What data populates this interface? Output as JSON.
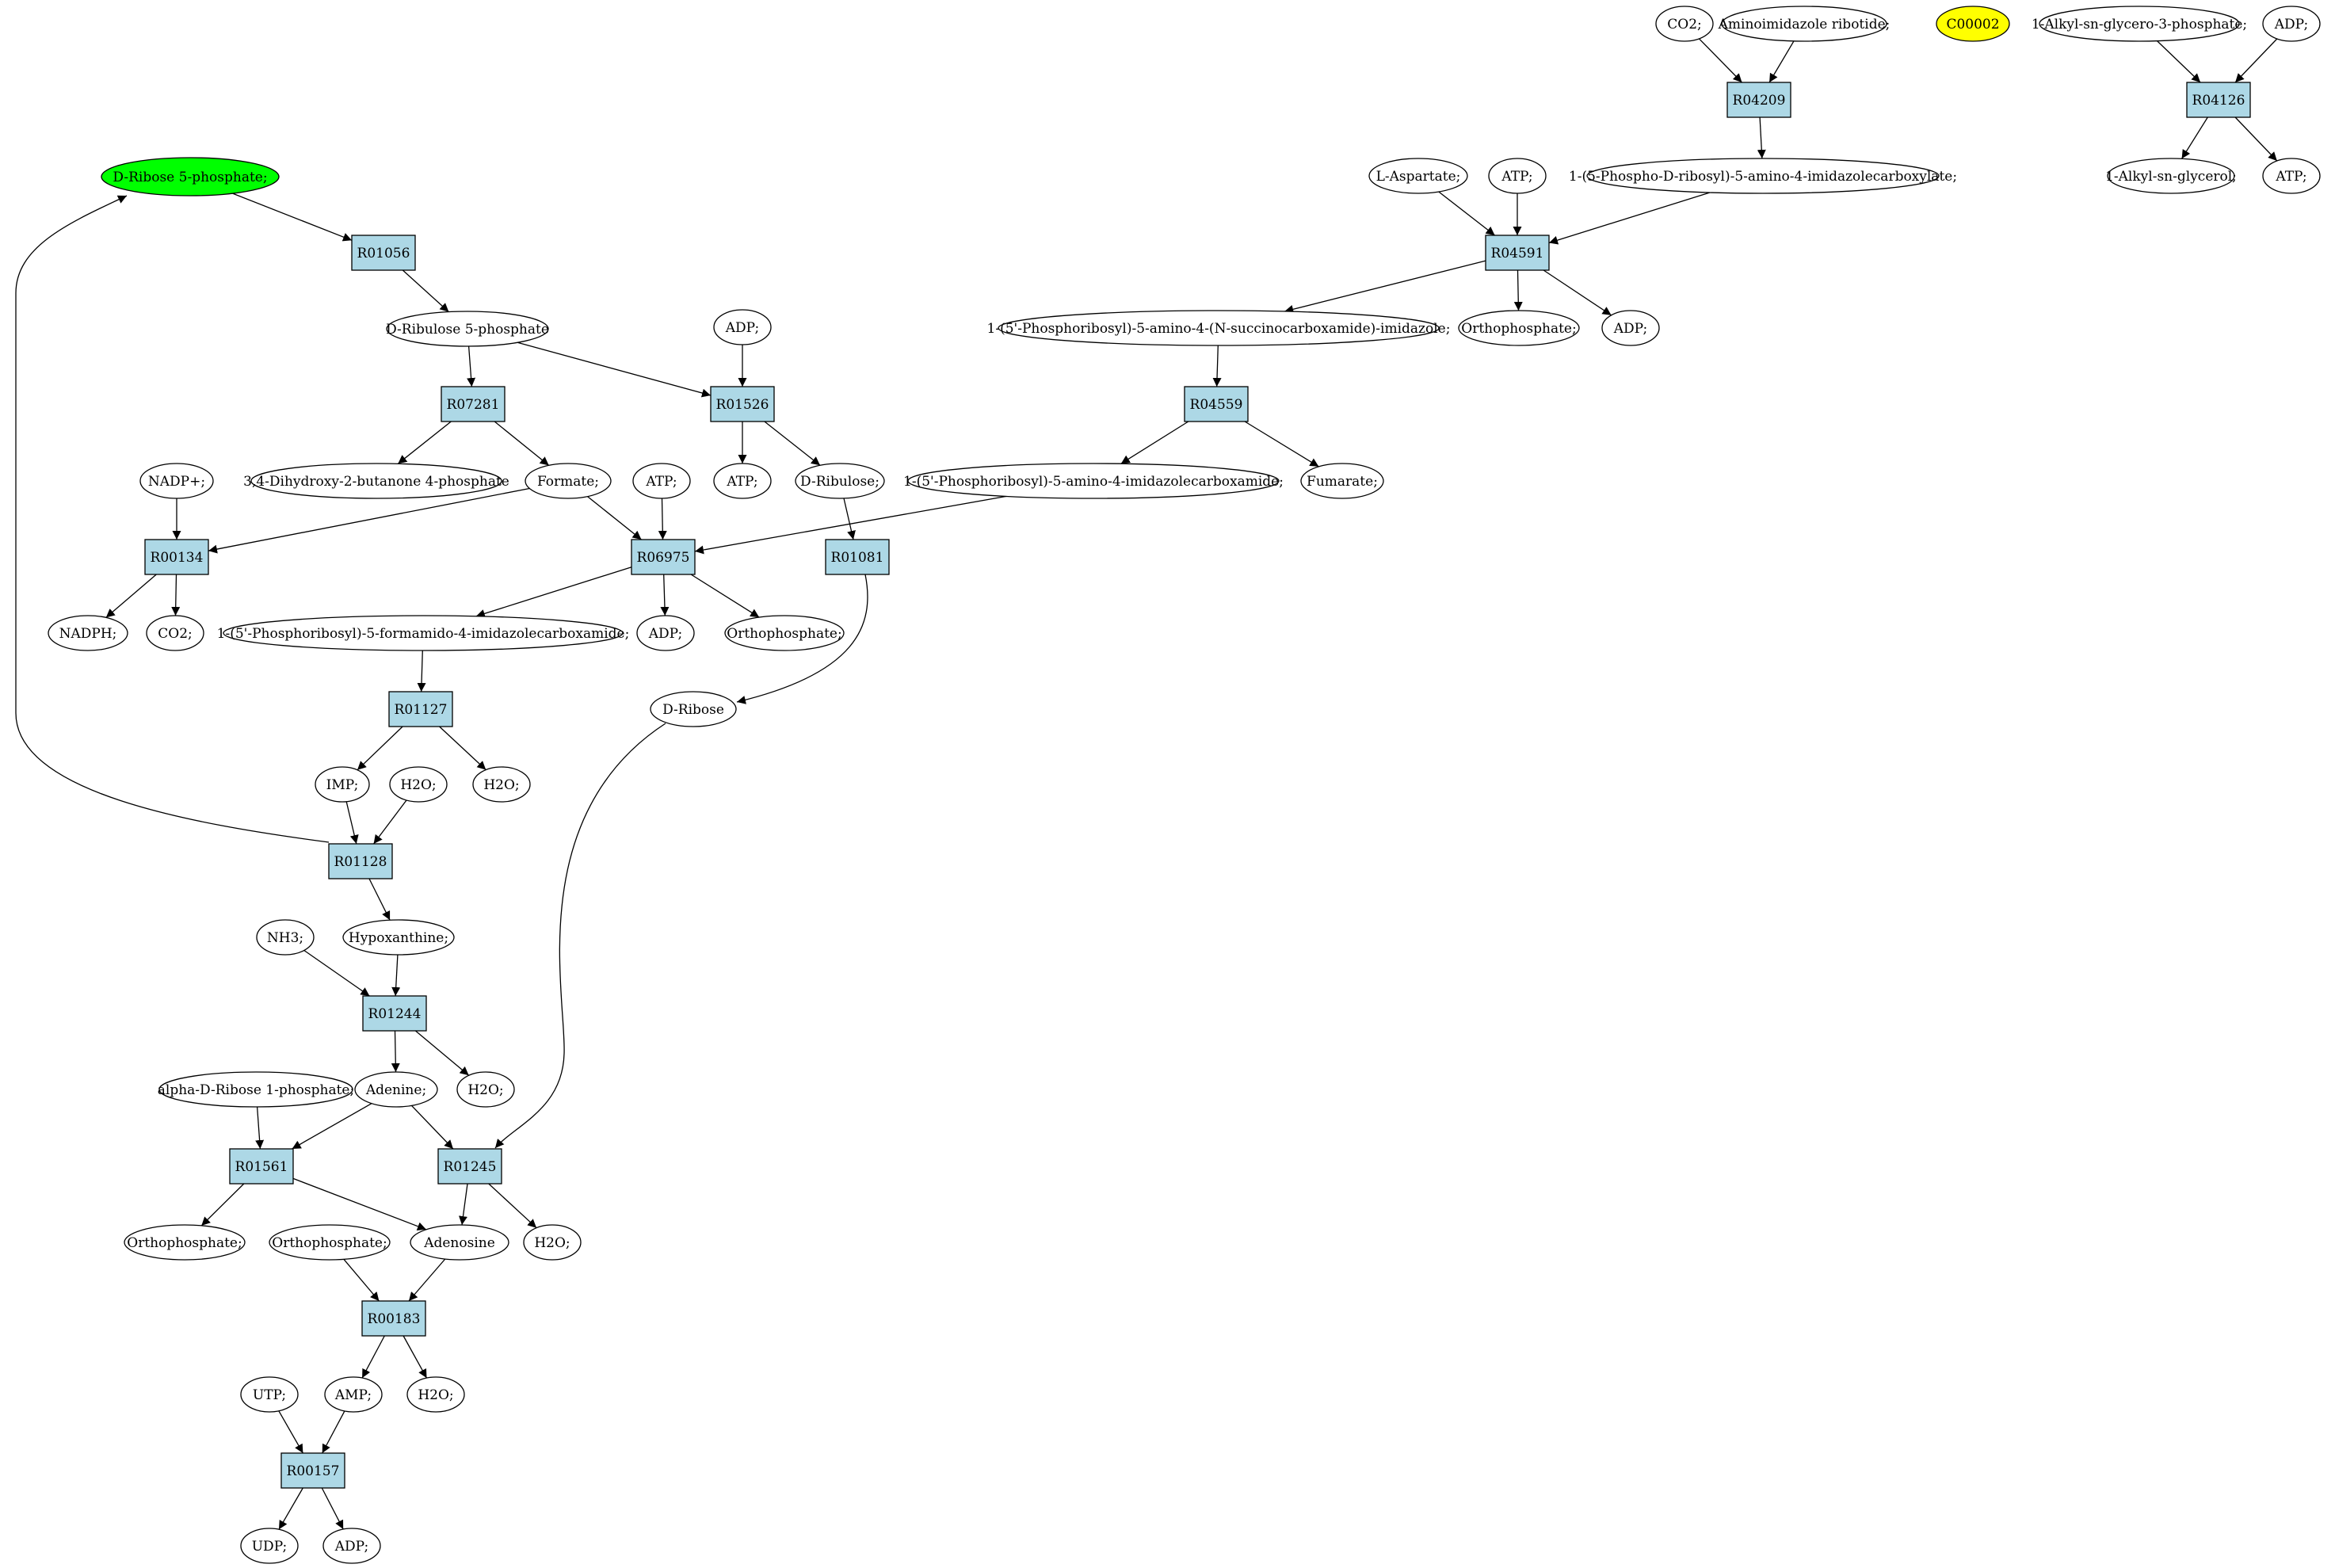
{
  "nodes": [
    {
      "id": "c_dr5p",
      "label": "D-Ribose 5-phosphate;",
      "shape": "ellipse",
      "fill": "#00ff00"
    },
    {
      "id": "r01056",
      "label": "R01056",
      "shape": "box",
      "fill": "#add8e6"
    },
    {
      "id": "c_dru5p",
      "label": "D-Ribulose 5-phosphate",
      "shape": "ellipse",
      "fill": "#ffffff"
    },
    {
      "id": "c_adp1",
      "label": "ADP;",
      "shape": "ellipse",
      "fill": "#ffffff"
    },
    {
      "id": "r07281",
      "label": "R07281",
      "shape": "box",
      "fill": "#add8e6"
    },
    {
      "id": "r01526",
      "label": "R01526",
      "shape": "box",
      "fill": "#add8e6"
    },
    {
      "id": "c_nadp",
      "label": "NADP+;",
      "shape": "ellipse",
      "fill": "#ffffff"
    },
    {
      "id": "c_dhbp",
      "label": "3,4-Dihydroxy-2-butanone 4-phosphate",
      "shape": "ellipse",
      "fill": "#ffffff"
    },
    {
      "id": "c_formate",
      "label": "Formate;",
      "shape": "ellipse",
      "fill": "#ffffff"
    },
    {
      "id": "c_atp1",
      "label": "ATP;",
      "shape": "ellipse",
      "fill": "#ffffff"
    },
    {
      "id": "c_atp2",
      "label": "ATP;",
      "shape": "ellipse",
      "fill": "#ffffff"
    },
    {
      "id": "c_dribulose",
      "label": "D-Ribulose;",
      "shape": "ellipse",
      "fill": "#ffffff"
    },
    {
      "id": "r00134",
      "label": "R00134",
      "shape": "box",
      "fill": "#add8e6"
    },
    {
      "id": "r06975",
      "label": "R06975",
      "shape": "box",
      "fill": "#add8e6"
    },
    {
      "id": "r01081",
      "label": "R01081",
      "shape": "box",
      "fill": "#add8e6"
    },
    {
      "id": "c_nadph",
      "label": "NADPH;",
      "shape": "ellipse",
      "fill": "#ffffff"
    },
    {
      "id": "c_co2a",
      "label": "CO2;",
      "shape": "ellipse",
      "fill": "#ffffff"
    },
    {
      "id": "c_fprac",
      "label": "1-(5'-Phosphoribosyl)-5-formamido-4-imidazolecarboxamide;",
      "shape": "ellipse",
      "fill": "#ffffff"
    },
    {
      "id": "c_adp2",
      "label": "ADP;",
      "shape": "ellipse",
      "fill": "#ffffff"
    },
    {
      "id": "c_orth1",
      "label": "Orthophosphate;",
      "shape": "ellipse",
      "fill": "#ffffff"
    },
    {
      "id": "c_dribose",
      "label": "D-Ribose",
      "shape": "ellipse",
      "fill": "#ffffff"
    },
    {
      "id": "r01127",
      "label": "R01127",
      "shape": "box",
      "fill": "#add8e6"
    },
    {
      "id": "c_imp",
      "label": "IMP;",
      "shape": "ellipse",
      "fill": "#ffffff"
    },
    {
      "id": "c_h2o1",
      "label": "H2O;",
      "shape": "ellipse",
      "fill": "#ffffff"
    },
    {
      "id": "c_h2o2",
      "label": "H2O;",
      "shape": "ellipse",
      "fill": "#ffffff"
    },
    {
      "id": "r01128",
      "label": "R01128",
      "shape": "box",
      "fill": "#add8e6"
    },
    {
      "id": "c_nh3",
      "label": "NH3;",
      "shape": "ellipse",
      "fill": "#ffffff"
    },
    {
      "id": "c_hypox",
      "label": "Hypoxanthine;",
      "shape": "ellipse",
      "fill": "#ffffff"
    },
    {
      "id": "r01244",
      "label": "R01244",
      "shape": "box",
      "fill": "#add8e6"
    },
    {
      "id": "c_ar1p",
      "label": "alpha-D-Ribose 1-phosphate;",
      "shape": "ellipse",
      "fill": "#ffffff"
    },
    {
      "id": "c_adenine",
      "label": "Adenine;",
      "shape": "ellipse",
      "fill": "#ffffff"
    },
    {
      "id": "c_h2o3",
      "label": "H2O;",
      "shape": "ellipse",
      "fill": "#ffffff"
    },
    {
      "id": "r01561",
      "label": "R01561",
      "shape": "box",
      "fill": "#add8e6"
    },
    {
      "id": "r01245",
      "label": "R01245",
      "shape": "box",
      "fill": "#add8e6"
    },
    {
      "id": "c_orth2",
      "label": "Orthophosphate;",
      "shape": "ellipse",
      "fill": "#ffffff"
    },
    {
      "id": "c_orth3",
      "label": "Orthophosphate;",
      "shape": "ellipse",
      "fill": "#ffffff"
    },
    {
      "id": "c_adenosine",
      "label": "Adenosine",
      "shape": "ellipse",
      "fill": "#ffffff"
    },
    {
      "id": "c_h2o4",
      "label": "H2O;",
      "shape": "ellipse",
      "fill": "#ffffff"
    },
    {
      "id": "r00183",
      "label": "R00183",
      "shape": "box",
      "fill": "#add8e6"
    },
    {
      "id": "c_utp",
      "label": "UTP;",
      "shape": "ellipse",
      "fill": "#ffffff"
    },
    {
      "id": "c_amp",
      "label": "AMP;",
      "shape": "ellipse",
      "fill": "#ffffff"
    },
    {
      "id": "c_h2o5",
      "label": "H2O;",
      "shape": "ellipse",
      "fill": "#ffffff"
    },
    {
      "id": "r00157",
      "label": "R00157",
      "shape": "box",
      "fill": "#add8e6"
    },
    {
      "id": "c_udp",
      "label": "UDP;",
      "shape": "ellipse",
      "fill": "#ffffff"
    },
    {
      "id": "c_adp3",
      "label": "ADP;",
      "shape": "ellipse",
      "fill": "#ffffff"
    },
    {
      "id": "c_co2b",
      "label": "CO2;",
      "shape": "ellipse",
      "fill": "#ffffff"
    },
    {
      "id": "c_air",
      "label": "Aminoimidazole ribotide;",
      "shape": "ellipse",
      "fill": "#ffffff"
    },
    {
      "id": "c_c00002",
      "label": "C00002",
      "shape": "ellipse",
      "fill": "#ffff00"
    },
    {
      "id": "c_alkg3p",
      "label": "1-Alkyl-sn-glycero-3-phosphate;",
      "shape": "ellipse",
      "fill": "#ffffff"
    },
    {
      "id": "c_adp4",
      "label": "ADP;",
      "shape": "ellipse",
      "fill": "#ffffff"
    },
    {
      "id": "r04209",
      "label": "R04209",
      "shape": "box",
      "fill": "#add8e6"
    },
    {
      "id": "r04126",
      "label": "R04126",
      "shape": "box",
      "fill": "#add8e6"
    },
    {
      "id": "c_laspartate",
      "label": "L-Aspartate;",
      "shape": "ellipse",
      "fill": "#ffffff"
    },
    {
      "id": "c_atp3",
      "label": "ATP;",
      "shape": "ellipse",
      "fill": "#ffffff"
    },
    {
      "id": "c_cair",
      "label": "1-(5-Phospho-D-ribosyl)-5-amino-4-imidazolecarboxylate;",
      "shape": "ellipse",
      "fill": "#ffffff"
    },
    {
      "id": "c_alkg",
      "label": "1-Alkyl-sn-glycerol;",
      "shape": "ellipse",
      "fill": "#ffffff"
    },
    {
      "id": "c_atp4",
      "label": "ATP;",
      "shape": "ellipse",
      "fill": "#ffffff"
    },
    {
      "id": "r04591",
      "label": "R04591",
      "shape": "box",
      "fill": "#add8e6"
    },
    {
      "id": "c_saicar",
      "label": "1-(5'-Phosphoribosyl)-5-amino-4-(N-succinocarboxamide)-imidazole;",
      "shape": "ellipse",
      "fill": "#ffffff"
    },
    {
      "id": "c_orth4",
      "label": "Orthophosphate;",
      "shape": "ellipse",
      "fill": "#ffffff"
    },
    {
      "id": "c_adp5",
      "label": "ADP;",
      "shape": "ellipse",
      "fill": "#ffffff"
    },
    {
      "id": "r04559",
      "label": "R04559",
      "shape": "box",
      "fill": "#add8e6"
    },
    {
      "id": "c_aicar",
      "label": "1-(5'-Phosphoribosyl)-5-amino-4-imidazolecarboxamide;",
      "shape": "ellipse",
      "fill": "#ffffff"
    },
    {
      "id": "c_fumarate",
      "label": "Fumarate;",
      "shape": "ellipse",
      "fill": "#ffffff"
    }
  ],
  "edges": [
    {
      "from": "c_dr5p",
      "to": "r01056"
    },
    {
      "from": "r01056",
      "to": "c_dru5p"
    },
    {
      "from": "c_dru5p",
      "to": "r07281"
    },
    {
      "from": "c_dru5p",
      "to": "r01526"
    },
    {
      "from": "c_adp1",
      "to": "r01526"
    },
    {
      "from": "r07281",
      "to": "c_dhbp"
    },
    {
      "from": "r07281",
      "to": "c_formate"
    },
    {
      "from": "r01526",
      "to": "c_atp2"
    },
    {
      "from": "r01526",
      "to": "c_dribulose"
    },
    {
      "from": "c_nadp",
      "to": "r00134"
    },
    {
      "from": "c_formate",
      "to": "r00134"
    },
    {
      "from": "c_formate",
      "to": "r06975"
    },
    {
      "from": "c_atp1",
      "to": "r06975"
    },
    {
      "from": "c_aicar",
      "to": "r06975"
    },
    {
      "from": "c_dribulose",
      "to": "r01081"
    },
    {
      "from": "r00134",
      "to": "c_nadph"
    },
    {
      "from": "r00134",
      "to": "c_co2a"
    },
    {
      "from": "r06975",
      "to": "c_fprac"
    },
    {
      "from": "r06975",
      "to": "c_adp2"
    },
    {
      "from": "r06975",
      "to": "c_orth1"
    },
    {
      "from": "r01081",
      "to": "c_dribose"
    },
    {
      "from": "c_fprac",
      "to": "r01127"
    },
    {
      "from": "r01127",
      "to": "c_imp"
    },
    {
      "from": "r01127",
      "to": "c_h2o2"
    },
    {
      "from": "c_imp",
      "to": "r01128"
    },
    {
      "from": "c_h2o1",
      "to": "r01128"
    },
    {
      "from": "r01128",
      "to": "c_dr5p"
    },
    {
      "from": "r01128",
      "to": "c_hypox"
    },
    {
      "from": "c_nh3",
      "to": "r01244"
    },
    {
      "from": "c_hypox",
      "to": "r01244"
    },
    {
      "from": "r01244",
      "to": "c_adenine"
    },
    {
      "from": "r01244",
      "to": "c_h2o3"
    },
    {
      "from": "c_ar1p",
      "to": "r01561"
    },
    {
      "from": "c_adenine",
      "to": "r01561"
    },
    {
      "from": "c_adenine",
      "to": "r01245"
    },
    {
      "from": "c_dribose",
      "to": "r01245"
    },
    {
      "from": "r01561",
      "to": "c_orth2"
    },
    {
      "from": "r01561",
      "to": "c_adenosine"
    },
    {
      "from": "r01245",
      "to": "c_adenosine"
    },
    {
      "from": "r01245",
      "to": "c_h2o4"
    },
    {
      "from": "c_orth3",
      "to": "r00183"
    },
    {
      "from": "c_adenosine",
      "to": "r00183"
    },
    {
      "from": "r00183",
      "to": "c_amp"
    },
    {
      "from": "r00183",
      "to": "c_h2o5"
    },
    {
      "from": "c_utp",
      "to": "r00157"
    },
    {
      "from": "c_amp",
      "to": "r00157"
    },
    {
      "from": "r00157",
      "to": "c_udp"
    },
    {
      "from": "r00157",
      "to": "c_adp3"
    },
    {
      "from": "c_co2b",
      "to": "r04209"
    },
    {
      "from": "c_air",
      "to": "r04209"
    },
    {
      "from": "r04209",
      "to": "c_cair"
    },
    {
      "from": "c_alkg3p",
      "to": "r04126"
    },
    {
      "from": "c_adp4",
      "to": "r04126"
    },
    {
      "from": "r04126",
      "to": "c_alkg"
    },
    {
      "from": "r04126",
      "to": "c_atp4"
    },
    {
      "from": "c_laspartate",
      "to": "r04591"
    },
    {
      "from": "c_atp3",
      "to": "r04591"
    },
    {
      "from": "c_cair",
      "to": "r04591"
    },
    {
      "from": "r04591",
      "to": "c_saicar"
    },
    {
      "from": "r04591",
      "to": "c_orth4"
    },
    {
      "from": "r04591",
      "to": "c_adp5"
    },
    {
      "from": "c_saicar",
      "to": "r04559"
    },
    {
      "from": "r04559",
      "to": "c_aicar"
    },
    {
      "from": "r04559",
      "to": "c_fumarate"
    }
  ]
}
